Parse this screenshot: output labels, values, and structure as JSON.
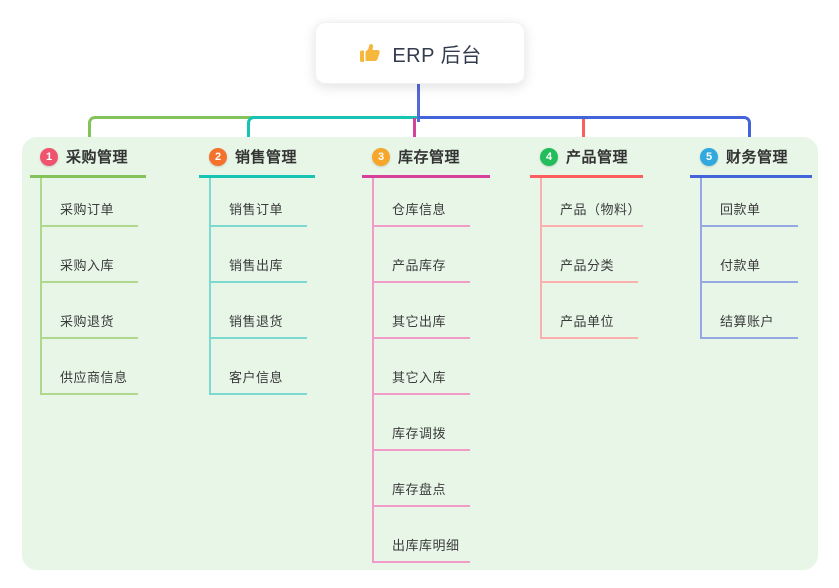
{
  "root": {
    "title": "ERP 后台",
    "icon": "thumbs-up-icon",
    "icon_color": "#F6B83C"
  },
  "connector": {
    "trunk_color": "#5468D9"
  },
  "panel_bg": "#E7F6E7",
  "branches": [
    {
      "num": "1",
      "label": "采购管理",
      "badge_color": "#F0536E",
      "line_color": "#84C35A",
      "child_line_color": "#AFD88C",
      "children": [
        "采购订单",
        "采购入库",
        "采购退货",
        "供应商信息"
      ]
    },
    {
      "num": "2",
      "label": "销售管理",
      "badge_color": "#F4722B",
      "line_color": "#17C3B2",
      "child_line_color": "#7EDAD0",
      "children": [
        "销售订单",
        "销售出库",
        "销售退货",
        "客户信息"
      ]
    },
    {
      "num": "3",
      "label": "库存管理",
      "badge_color": "#F5A62B",
      "line_color": "#D6419B",
      "child_line_color": "#F29BCB",
      "children": [
        "仓库信息",
        "产品库存",
        "其它出库",
        "其它入库",
        "库存调拨",
        "库存盘点",
        "出库库明细"
      ]
    },
    {
      "num": "4",
      "label": "产品管理",
      "badge_color": "#23BE5B",
      "line_color": "#FA5E5E",
      "child_line_color": "#FBAFAF",
      "children": [
        "产品（物料）",
        "产品分类",
        "产品单位"
      ]
    },
    {
      "num": "5",
      "label": "财务管理",
      "badge_color": "#31A8DE",
      "line_color": "#4363DB",
      "child_line_color": "#97A7E4",
      "children": [
        "回款单",
        "付款单",
        "结算账户"
      ]
    }
  ]
}
